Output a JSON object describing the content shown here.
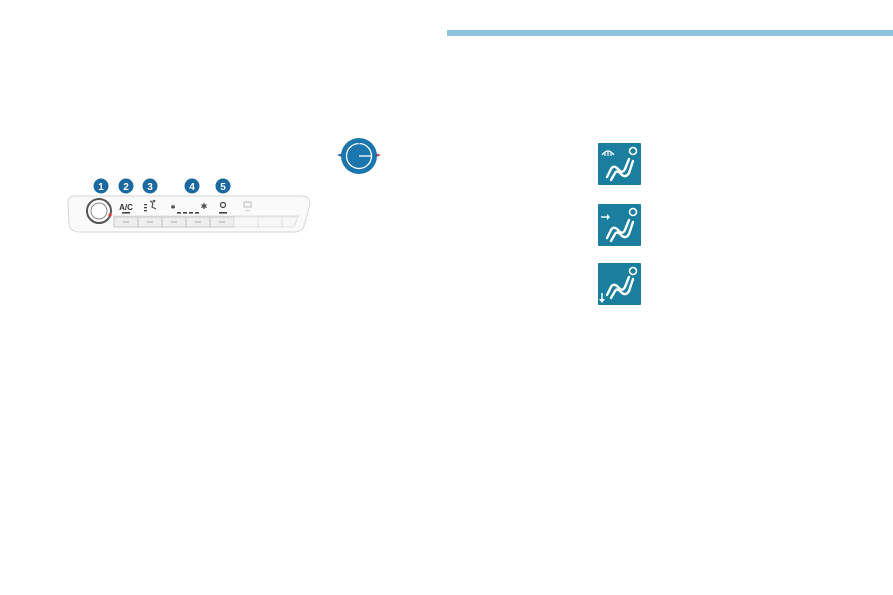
{
  "colors": {
    "accent_rule": "#8fc3dc",
    "icon_bg": "#1a7e9e",
    "icon_fg": "#ffffff",
    "knob_blue": "#1b76ad",
    "cold": "#2e5a9a",
    "hot": "#d4382e",
    "callout": "#1a6aa1"
  },
  "panel": {
    "callouts": [
      "1",
      "2",
      "3",
      "4",
      "5"
    ],
    "ac_label": "A/C"
  },
  "icons": {
    "temperature_knob": "temperature-dial-icon",
    "windscreen": "seat-windscreen-airflow-icon",
    "face": "seat-face-airflow-icon",
    "feet": "seat-feet-airflow-icon"
  }
}
